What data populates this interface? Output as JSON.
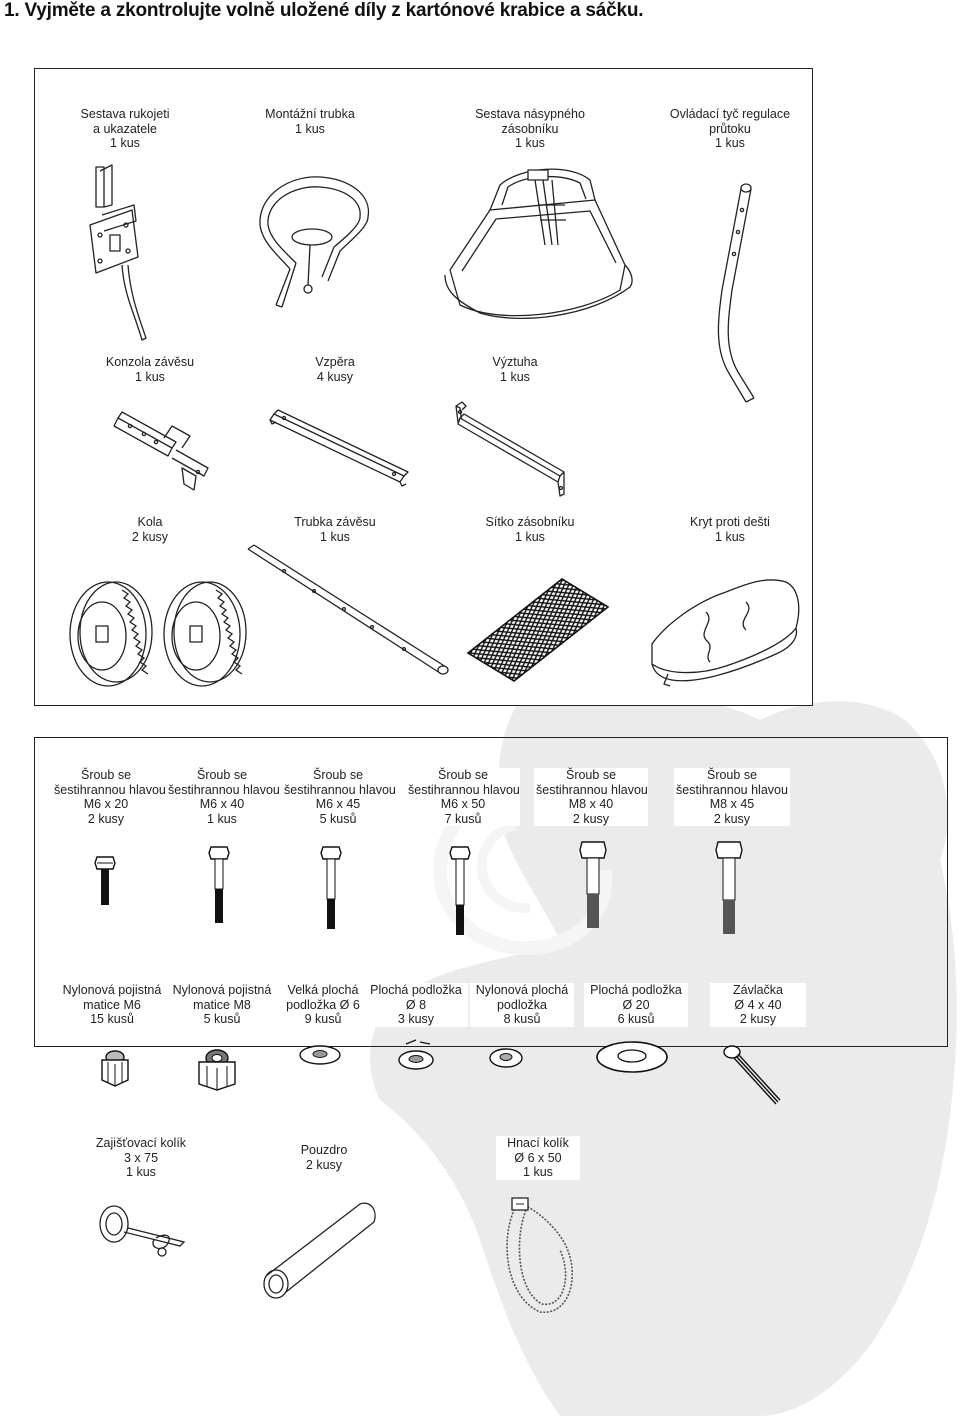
{
  "heading": "1. Vyjměte a zkontrolujte volně uložené díly z kartónové krabice a sáčku.",
  "parts": {
    "handle_assembly": [
      "Sestava rukojeti",
      "a ukazatele",
      "1 kus"
    ],
    "mounting_tube": [
      "Montážní trubka",
      "1 kus"
    ],
    "hopper_assembly": [
      "Sestava násypného",
      "zásobníku",
      "1 kus"
    ],
    "flow_control_rod": [
      "Ovládací tyč regulace",
      "průtoku",
      "1 kus"
    ],
    "hitch_bracket": [
      "Konzola závěsu",
      "1 kus"
    ],
    "strut": [
      "Vzpěra",
      "4 kusy"
    ],
    "brace": [
      "Výztuha",
      "1 kus"
    ],
    "wheels": [
      "Kola",
      "2 kusy"
    ],
    "hitch_tube": [
      "Trubka závěsu",
      "1 kus"
    ],
    "hopper_screen": [
      "Sítko zásobníku",
      "1 kus"
    ],
    "rain_cover": [
      "Kryt proti dešti",
      "1 kus"
    ]
  },
  "bolts": [
    [
      "Šroub se",
      "šestihrannou hlavou",
      "M6 x 20",
      "2 kusy"
    ],
    [
      "Šroub se",
      "šestihrannou hlavou",
      "M6 x 40",
      "1 kus"
    ],
    [
      "Šroub se",
      "šestihrannou hlavou",
      "M6 x 45",
      "5 kusů"
    ],
    [
      "Šroub se",
      "šestihrannou hlavou",
      "M6 x 50",
      "7 kusů"
    ],
    [
      "Šroub se",
      "šestihrannou hlavou",
      "M8 x 40",
      "2 kusy"
    ],
    [
      "Šroub se",
      "šestihrannou hlavou",
      "M8 x 45",
      "2 kusy"
    ]
  ],
  "hardware": [
    [
      "Nylonová pojistná",
      "matice M6",
      "15 kusů"
    ],
    [
      "Nylonová pojistná",
      "matice M8",
      "5 kusů"
    ],
    [
      "Velká plochá",
      "podložka Ø 6",
      "9 kusů"
    ],
    [
      "Plochá podložka",
      "Ø 8",
      "3 kusy"
    ],
    [
      "Nylonová plochá",
      "podložka",
      "8 kusů"
    ],
    [
      "Plochá podložka",
      "Ø 20",
      "6 kusů"
    ],
    [
      "Závlačka",
      "Ø 4 x 40",
      "2 kusy"
    ]
  ],
  "pins": [
    [
      "Zajišťovací kolík",
      "3 x 75",
      "1 kus"
    ],
    [
      "Pouzdro",
      "2 kusy"
    ],
    [
      "Hnací kolík",
      "Ø 6 x 50",
      "1 kus"
    ]
  ]
}
